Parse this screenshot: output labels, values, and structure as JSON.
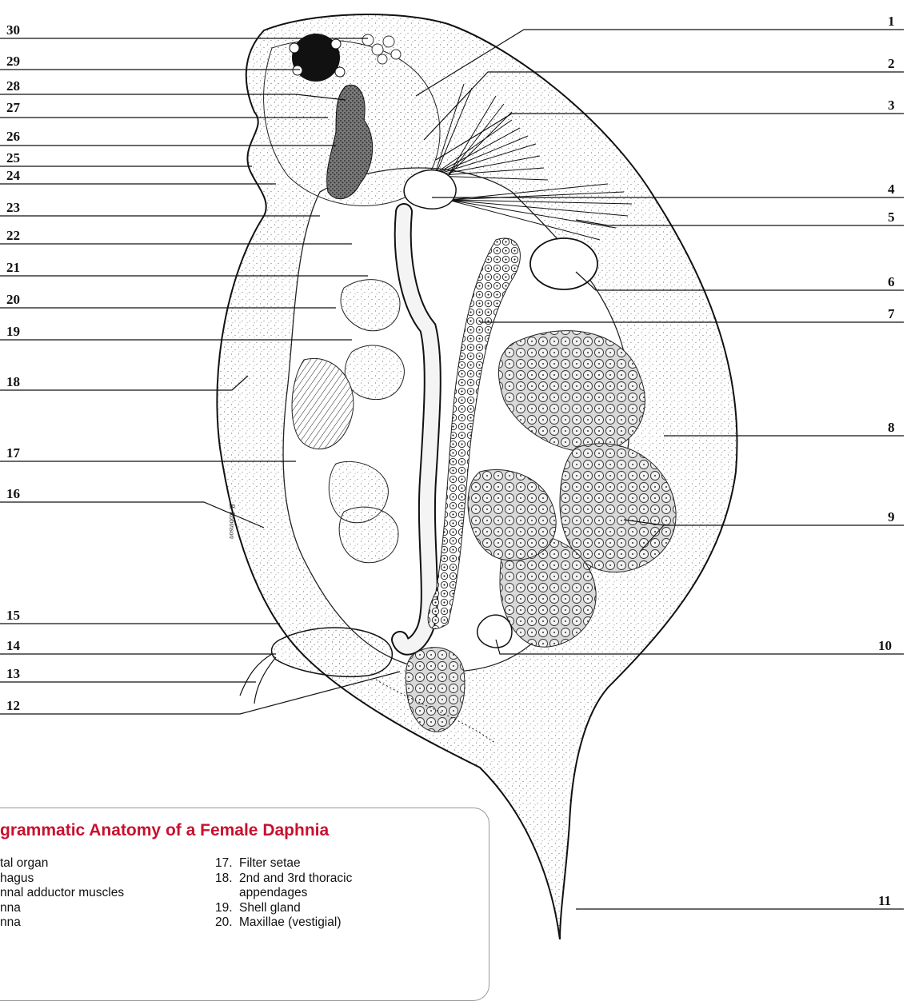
{
  "diagram": {
    "callout_numbers": [
      "1",
      "2",
      "3",
      "4",
      "5",
      "6",
      "7",
      "8",
      "9",
      "10",
      "11",
      "12",
      "13",
      "14",
      "15",
      "16",
      "17",
      "18",
      "19",
      "20",
      "21",
      "22",
      "23",
      "24",
      "25",
      "26",
      "27",
      "28",
      "29",
      "30"
    ],
    "signature": "B. Robinson"
  },
  "legend": {
    "title": "grammatic Anatomy of a Female Daphnia",
    "left_items": [
      "tal organ",
      "hagus",
      "nnal adductor muscles",
      "nna",
      "nna"
    ],
    "right_items": [
      {
        "num": "17.",
        "text": "Filter setae"
      },
      {
        "num": "18.",
        "text": "2nd and 3rd thoracic",
        "cont": "appendages"
      },
      {
        "num": "19.",
        "text": "Shell gland"
      },
      {
        "num": "20.",
        "text": "Maxillae (vestigial)"
      }
    ]
  },
  "colors": {
    "title": "#c8102e",
    "ink": "#111111",
    "box_border": "#9a9a9a"
  }
}
